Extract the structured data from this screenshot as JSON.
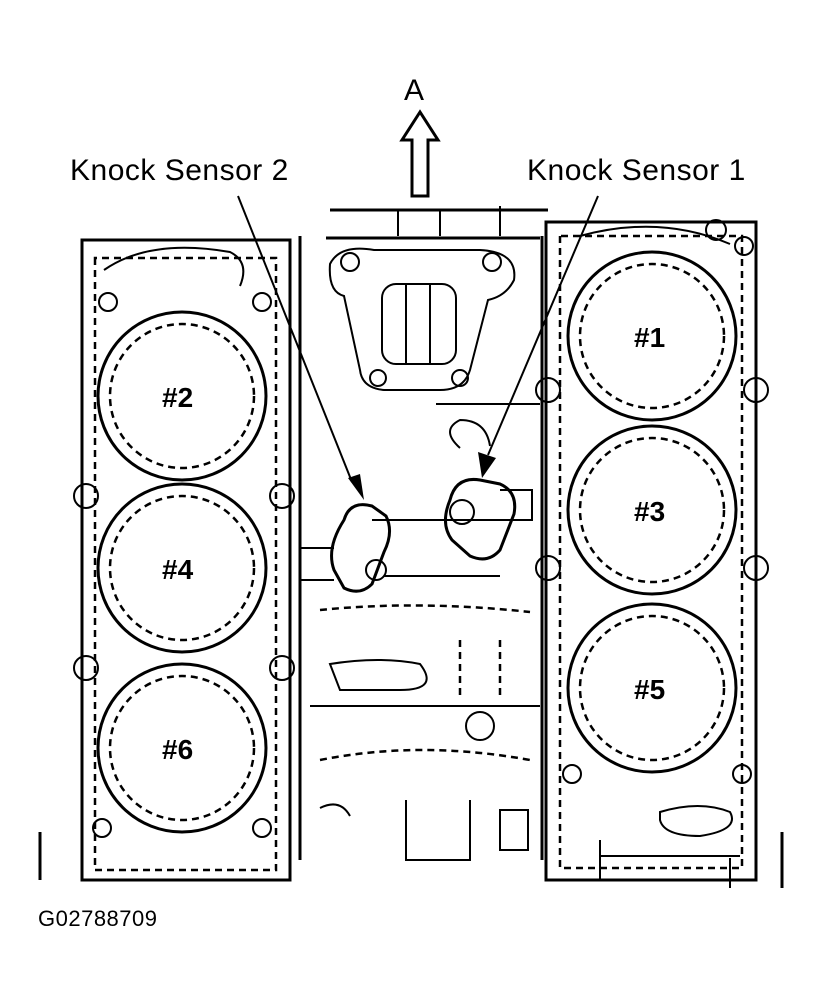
{
  "diagram": {
    "front_marker": "A",
    "callouts": {
      "sensor_left": "Knock Sensor 2",
      "sensor_right": "Knock Sensor 1"
    },
    "cylinders": {
      "c1": "#1",
      "c2": "#2",
      "c3": "#3",
      "c4": "#4",
      "c5": "#5",
      "c6": "#6"
    },
    "figure_id": "G02788709"
  }
}
